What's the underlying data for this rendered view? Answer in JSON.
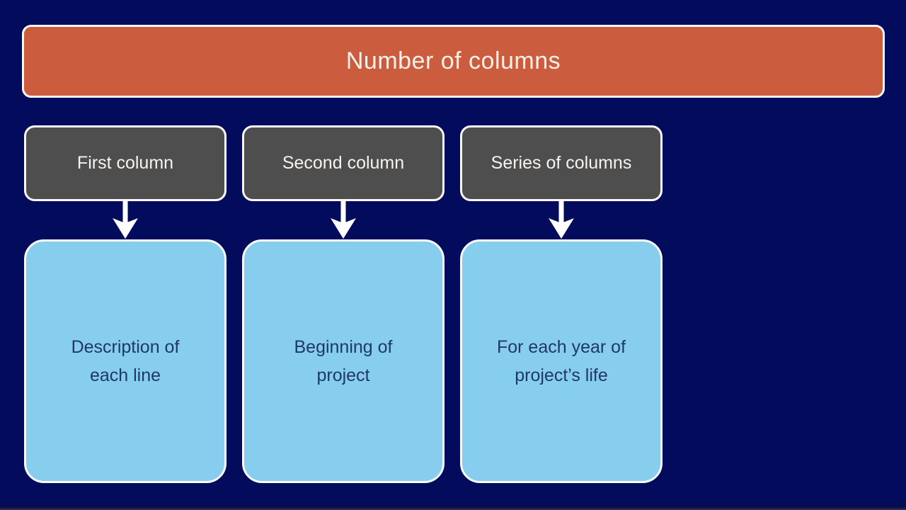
{
  "slide": {
    "title": "Number of columns",
    "columns": [
      {
        "header": "First column",
        "body": "Description of\neach line"
      },
      {
        "header": "Second column",
        "body": "Beginning of\nproject"
      },
      {
        "header": "Series of columns",
        "body": "For each year of\nproject’s life"
      }
    ],
    "colors": {
      "background": "#020B5C",
      "banner": "#CB5D3E",
      "header_box": "#4E4E4E",
      "body_box": "#87CDEE",
      "body_text": "#1F3864",
      "border": "#FBF9F8",
      "arrow": "#FFFFFF"
    }
  }
}
